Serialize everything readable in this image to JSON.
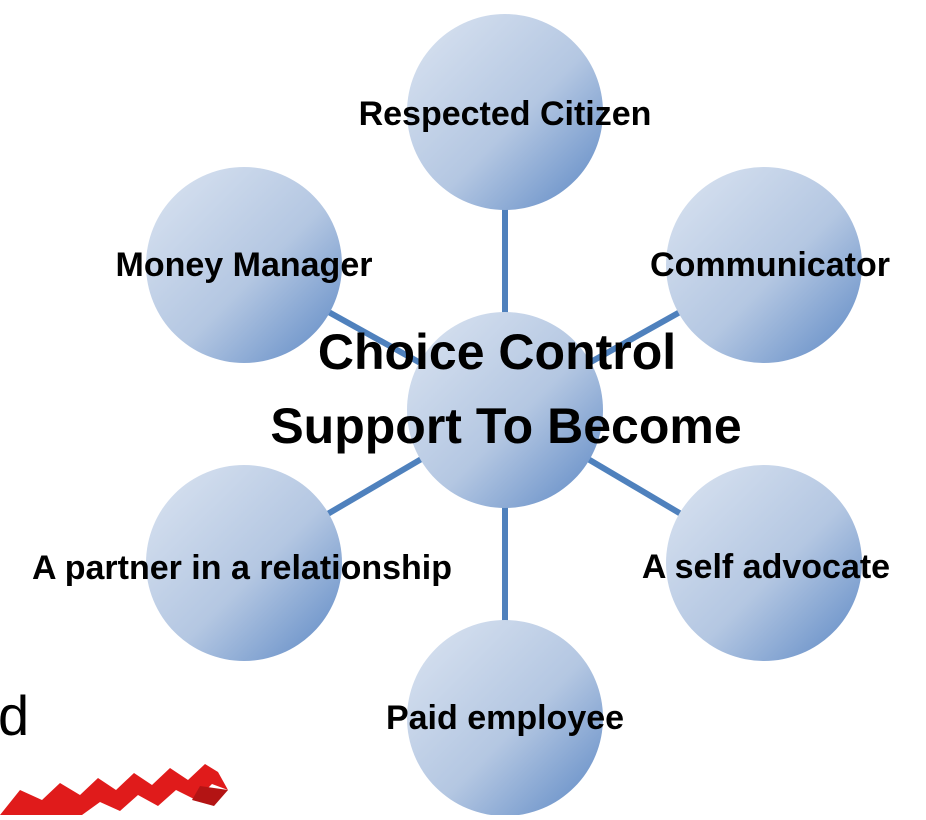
{
  "diagram": {
    "center": {
      "line1": "Choice Control",
      "line2": "Support To Become"
    },
    "nodes": [
      {
        "label": "Respected Citizen"
      },
      {
        "label": "Communicator"
      },
      {
        "label": "A self advocate"
      },
      {
        "label": "Paid employee"
      },
      {
        "label": "A partner in a relationship"
      },
      {
        "label": "Money Manager"
      }
    ],
    "colors": {
      "circle_light": "#c9d6ea",
      "circle_dark": "#5b87c4",
      "connector": "#4f81bd",
      "arrow": "#e01b1b"
    }
  },
  "background_fragment": {
    "text": "d"
  }
}
